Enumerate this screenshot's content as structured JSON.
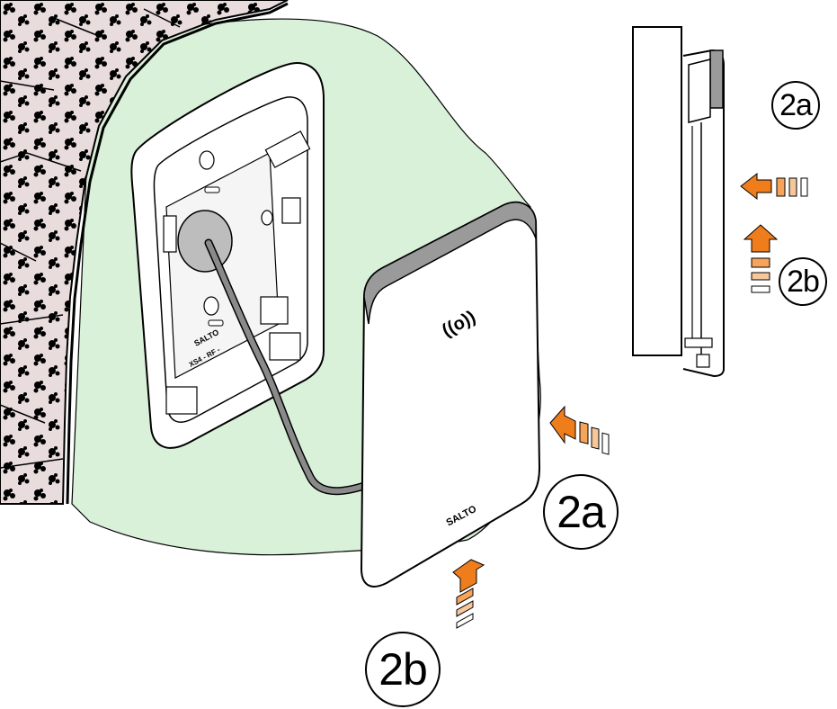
{
  "labels": {
    "step_2a": "2a",
    "step_2b": "2b"
  },
  "cover": {
    "nfc_symbol": "((o))",
    "brand_text": "SALTO"
  },
  "base": {
    "marking_text": "SALTO",
    "marking_sub": "XS4 - RF -"
  },
  "colors": {
    "wall_background": "#d9f0d9",
    "arrow_orange": "#f07d1c",
    "arrow_light": "#f6c79b",
    "outline": "#000000",
    "cable": "#8a8a8a",
    "cover_edge": "#9a9a9a",
    "brick": "#e9dcdc"
  },
  "icons": {
    "nfc": "nfc-wave-icon",
    "arrow_left": "arrow-left-icon",
    "arrow_up": "arrow-up-icon"
  }
}
